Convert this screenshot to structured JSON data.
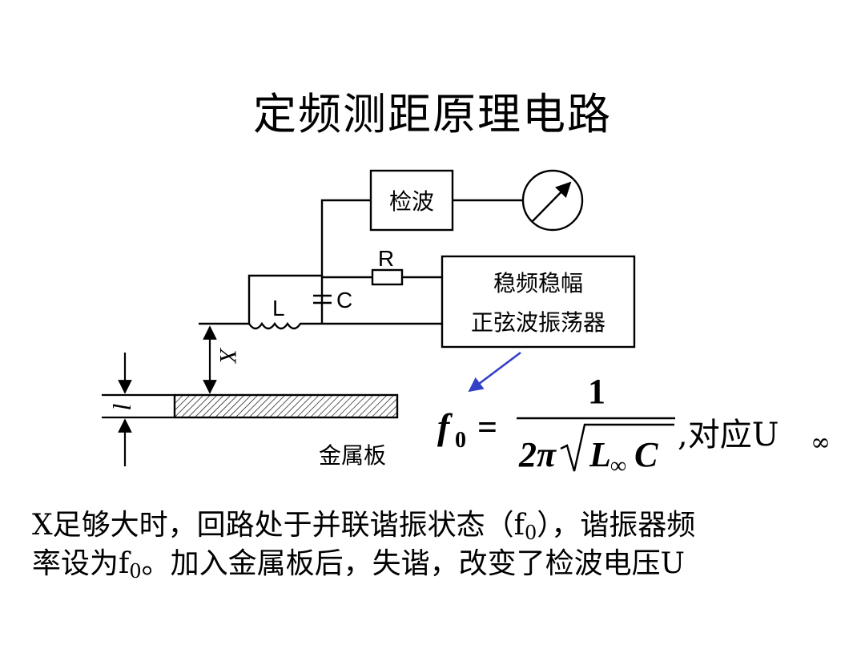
{
  "title": "定频测距原理电路",
  "diagram": {
    "detector_label": "检波",
    "oscillator_line1": "稳频稳幅",
    "oscillator_line2": "正弦波振荡器",
    "resistor_label": "R",
    "capacitor_label": "C",
    "inductor_label": "L",
    "distance_label": "X",
    "thickness_label": "l",
    "plate_label": "金属板"
  },
  "formula": {
    "lhs_var": "f",
    "lhs_sub": "0",
    "equals": "=",
    "numerator": "1",
    "den_coef": "2π",
    "den_L": "L",
    "den_L_sub": "∞",
    "den_C": "C",
    "suffix_text": ",对应U",
    "suffix_sub": "∞"
  },
  "description": {
    "line1_a": "X足够大时，回路处于并联谐振状态（f",
    "line1_sub": "0",
    "line1_b": "），谐振器频",
    "line2_a": "率设为f",
    "line2_sub": "0",
    "line2_b": "。加入金属板后，失谐，改变了检波电压U"
  },
  "colors": {
    "arrow_blue": "#3340c8",
    "line": "#000000"
  }
}
